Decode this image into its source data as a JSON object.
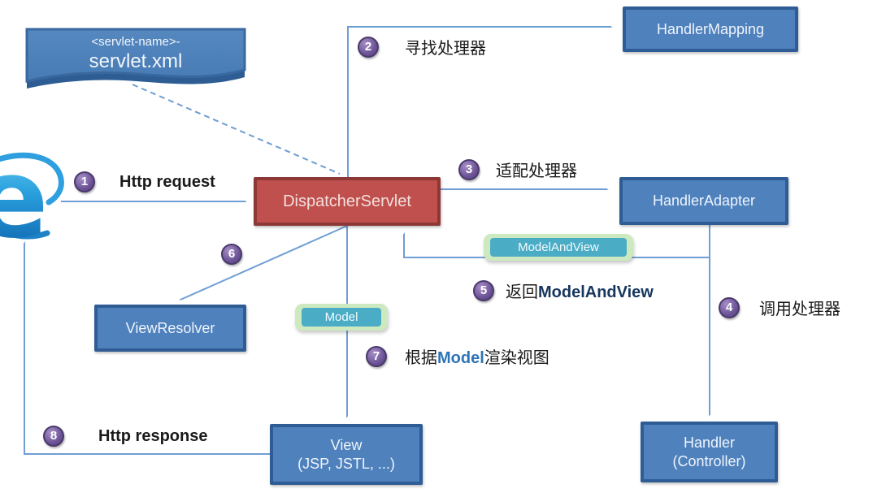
{
  "title": "Spring MVC DispatcherServlet request flow diagram",
  "nodes": {
    "config_file": {
      "line1": "<servlet-name>-",
      "line2": "servlet.xml"
    },
    "dispatcher": {
      "label": "DispatcherServlet"
    },
    "handler_mapping": {
      "label": "HandlerMapping"
    },
    "handler_adapter": {
      "label": "HandlerAdapter"
    },
    "handler": {
      "line1": "Handler",
      "line2": "(Controller)"
    },
    "view_resolver": {
      "label": "ViewResolver"
    },
    "view": {
      "line1": "View",
      "line2": "(JSP, JSTL, ...)"
    }
  },
  "badges": {
    "model_and_view": "ModelAndView",
    "model": "Model"
  },
  "browser": {
    "icon": "internet-explorer-icon",
    "letter": "e"
  },
  "steps": [
    {
      "num": "1",
      "pre": "Http request",
      "hl": "",
      "suf": ""
    },
    {
      "num": "2",
      "pre": "寻找处理器",
      "hl": "",
      "suf": ""
    },
    {
      "num": "3",
      "pre": "适配处理器",
      "hl": "",
      "suf": ""
    },
    {
      "num": "4",
      "pre": "调用处理器",
      "hl": "",
      "suf": ""
    },
    {
      "num": "5",
      "pre": "返回",
      "hl": "ModelAndView",
      "suf": ""
    },
    {
      "num": "6",
      "pre": "",
      "hl": "",
      "suf": ""
    },
    {
      "num": "7",
      "pre": "根据",
      "hl": "Model",
      "suf": "渲染视图"
    },
    {
      "num": "8",
      "pre": "Http response",
      "hl": "",
      "suf": ""
    }
  ],
  "colors": {
    "node_blue": "#4f81bd",
    "node_blue_border": "#2f5c94",
    "node_red": "#c0504d",
    "node_red_border": "#8c3836",
    "badge_teal": "#4bacc6",
    "badge_green": "#cde9c0",
    "step_circle": "#6b5295",
    "step_circle_border": "#4a3a6b",
    "connector": "#6f9ed4",
    "link_navy": "#17375e",
    "link_blue": "#2e74b6"
  }
}
